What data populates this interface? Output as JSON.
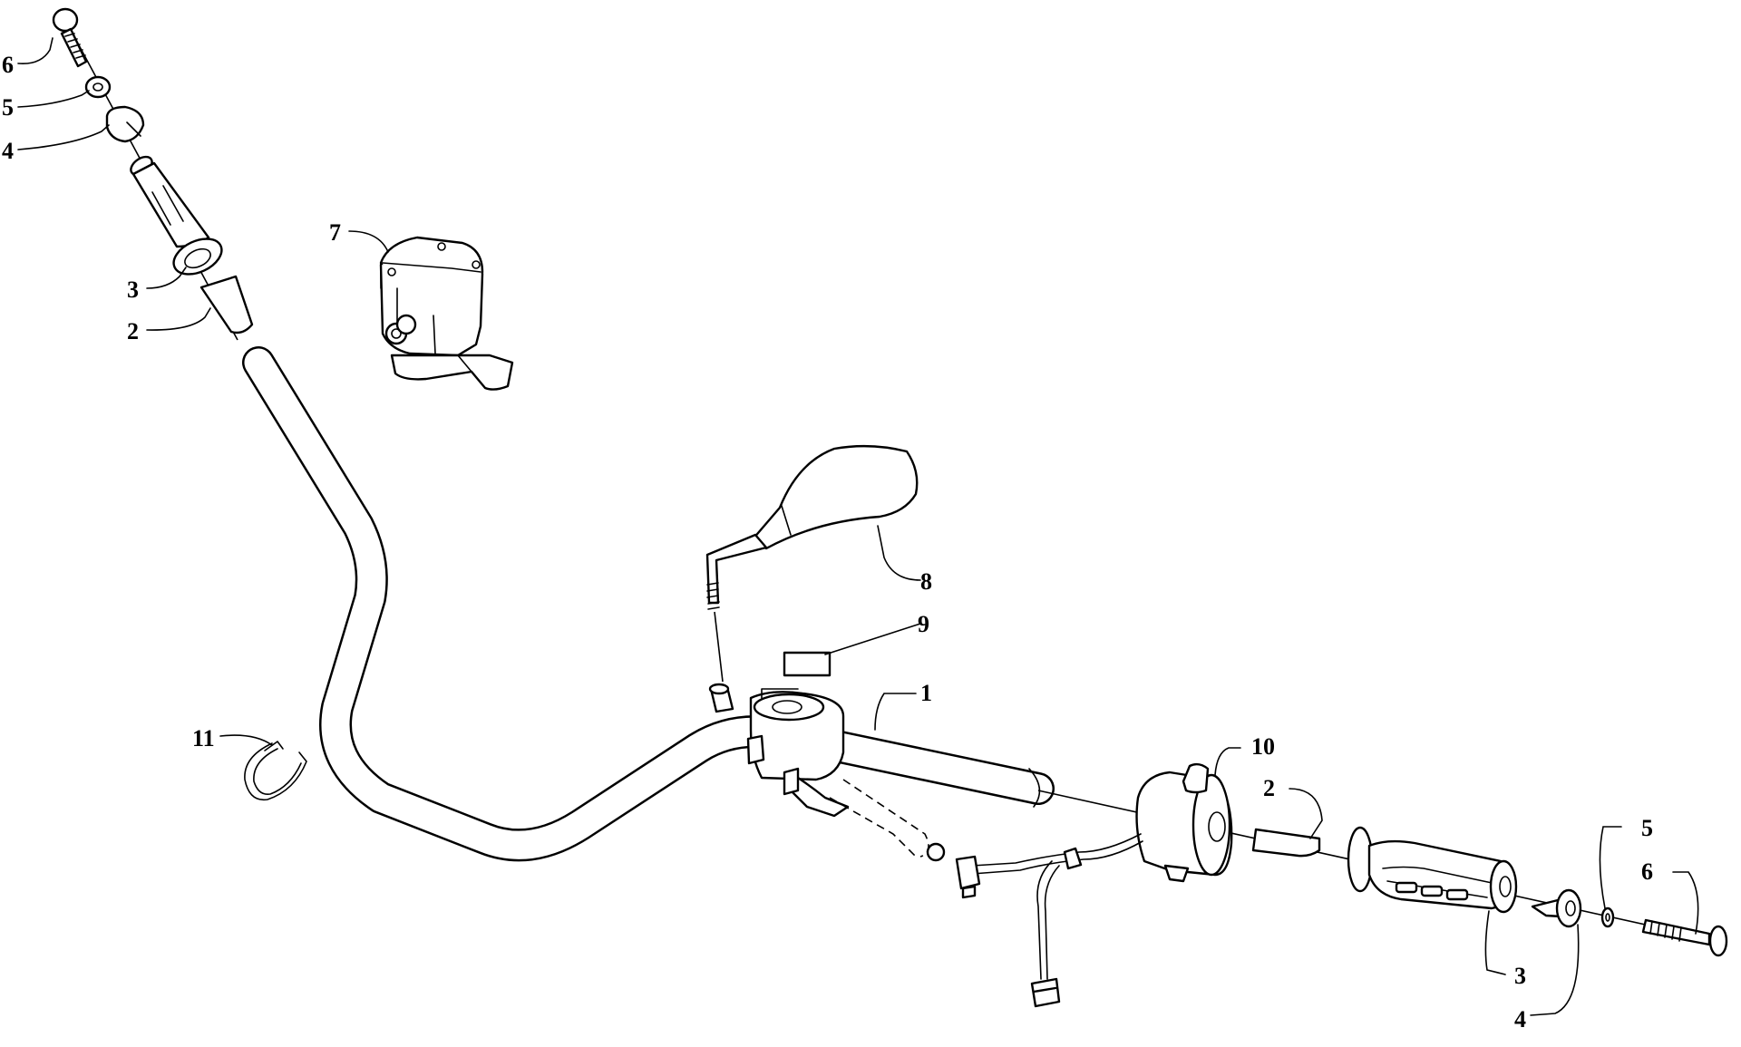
{
  "callouts": {
    "c1": "1",
    "c2_left": "2",
    "c2_right": "2",
    "c3_left": "3",
    "c3_right": "3",
    "c4_left": "4",
    "c4_right": "4",
    "c5_left": "5",
    "c5_right": "5",
    "c6_left": "6",
    "c6_right": "6",
    "c7": "7",
    "c8": "8",
    "c9": "9",
    "c10": "10",
    "c11": "11"
  }
}
